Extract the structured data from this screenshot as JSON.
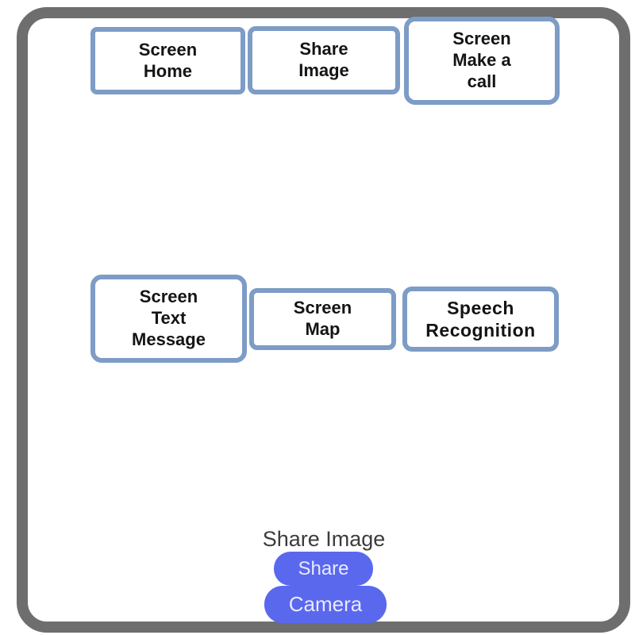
{
  "colors": {
    "frame": "#6e6e6e",
    "button_border": "#7d9cc6",
    "button_bg": "#ffffff",
    "button_text": "#141414",
    "pill_bg": "#5a68ee",
    "pill_text": "#e9eafc",
    "title_text": "#3c3c3c",
    "canvas_bg": "#ffffff"
  },
  "top_row_buttons": [
    {
      "label": "Screen\nHome"
    },
    {
      "label": "Share\nImage"
    },
    {
      "label": "Screen\nMake a\ncall"
    }
  ],
  "middle_row_buttons": [
    {
      "label": "Screen\nText\nMessage"
    },
    {
      "label": "Screen\nMap"
    },
    {
      "label": "Speech\nRecognition"
    }
  ],
  "share_section": {
    "title": "Share Image",
    "share_button_label": "Share",
    "camera_button_label": "Camera"
  }
}
